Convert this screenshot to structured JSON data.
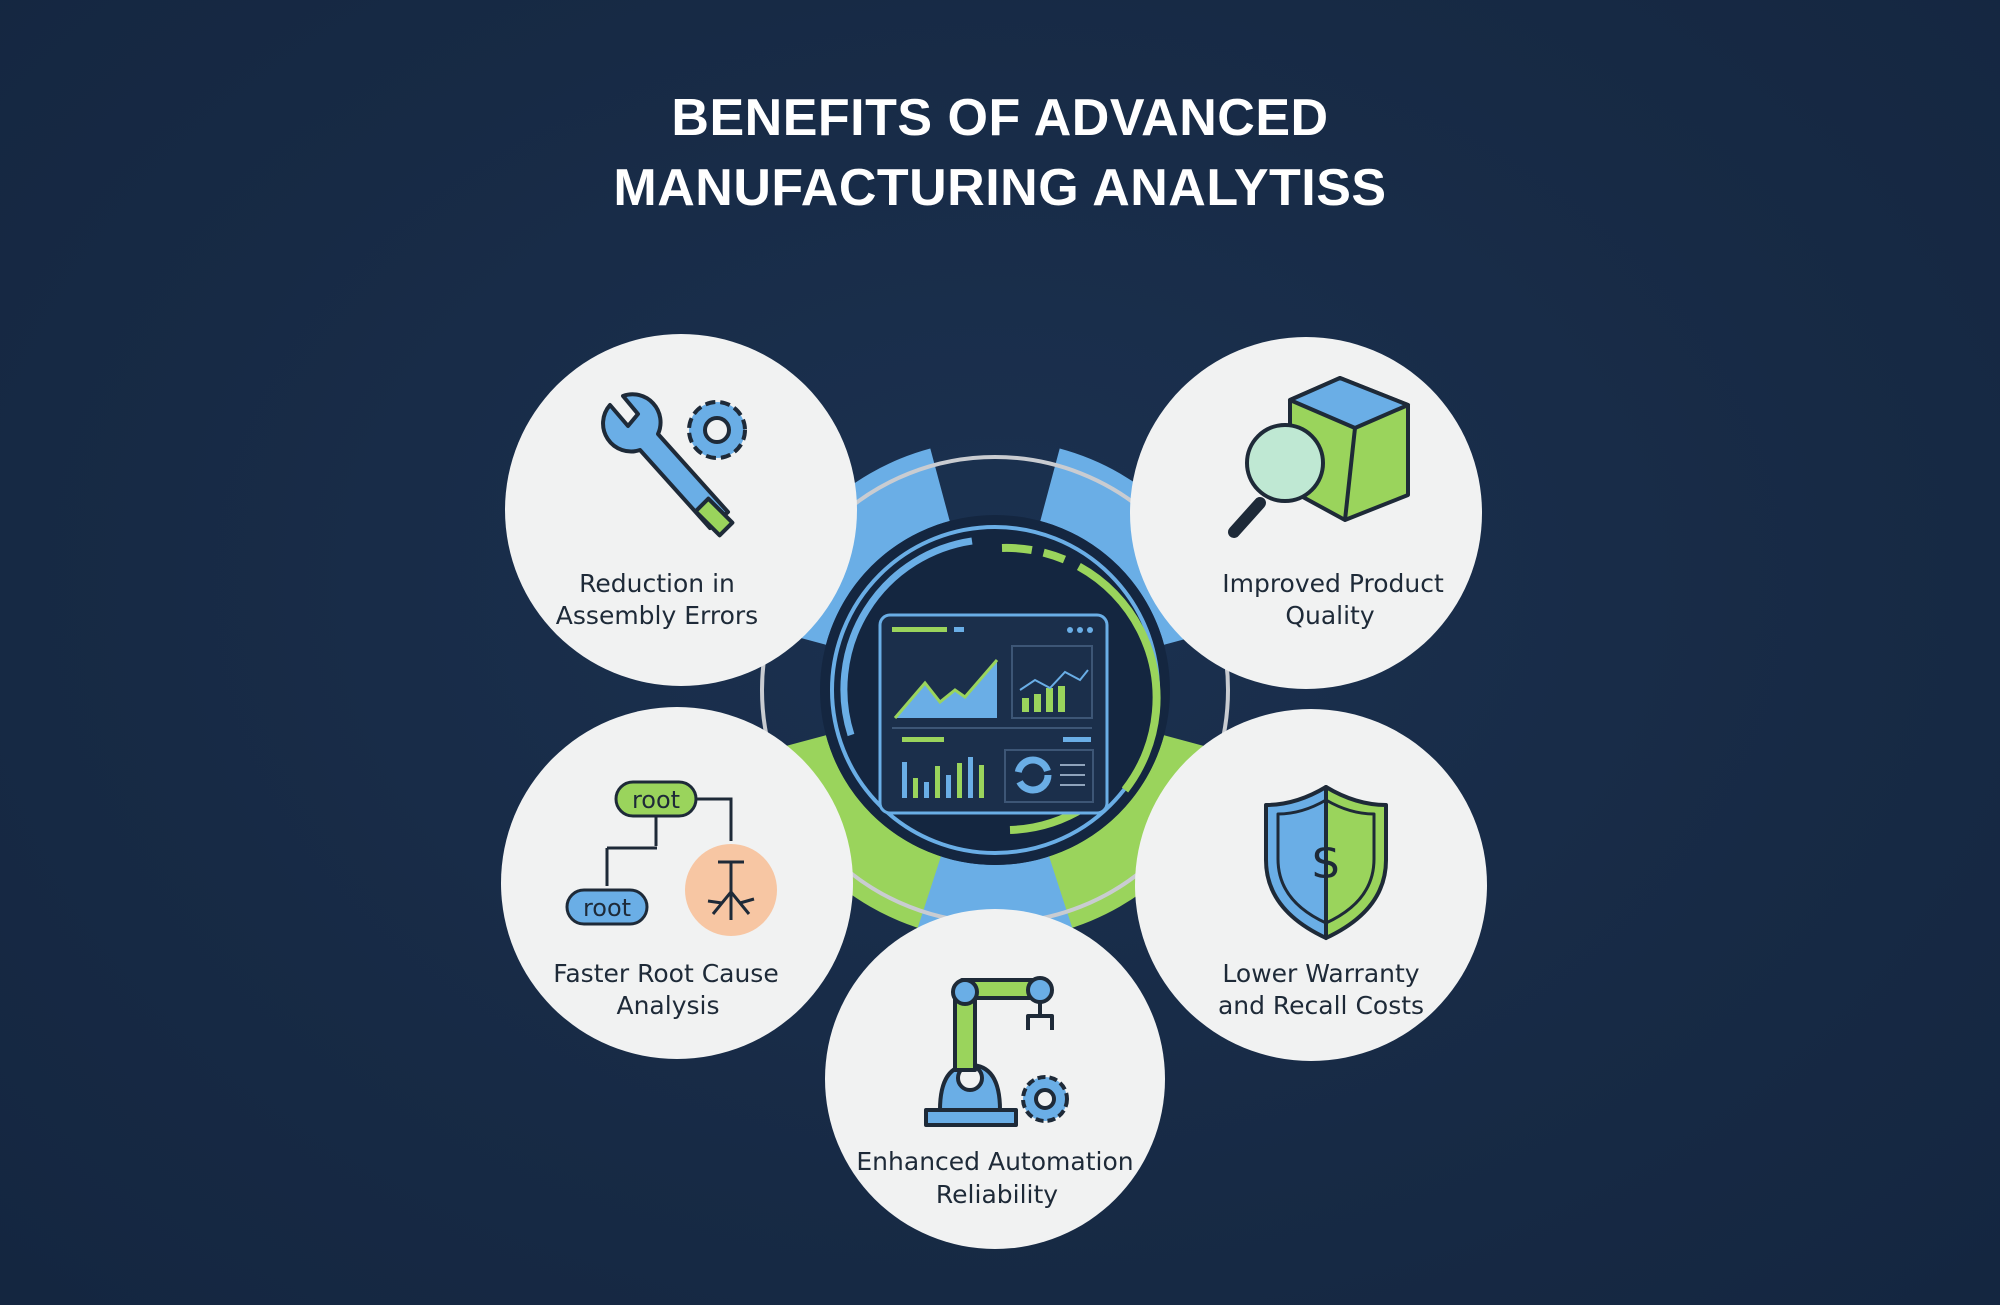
{
  "title": {
    "line1": "BENEFITS OF ADVANCED",
    "line2": "MANUFACTURING ANALYTISS"
  },
  "benefits": [
    {
      "line1": "Reduction in",
      "line2": "Assembly Errors",
      "icon": "wrench-gear-icon"
    },
    {
      "line1": "Improved Product",
      "line2": "Quality",
      "icon": "magnifier-box-icon"
    },
    {
      "line1": "Faster Root Cause",
      "line2": "Analysis",
      "icon": "root-tree-icon",
      "tags": [
        "root",
        "root"
      ]
    },
    {
      "line1": "Lower Warranty",
      "line2": "and Recall Costs",
      "icon": "shield-dollar-icon",
      "symbol": "$"
    },
    {
      "line1": "Enhanced Automation",
      "line2": "Reliability",
      "icon": "robot-arm-gear-icon"
    }
  ],
  "colors": {
    "background": "#172a45",
    "blue": "#6aaee6",
    "green": "#9ad45c",
    "circle": "#f1f2f2",
    "text": "#1e2a38"
  }
}
